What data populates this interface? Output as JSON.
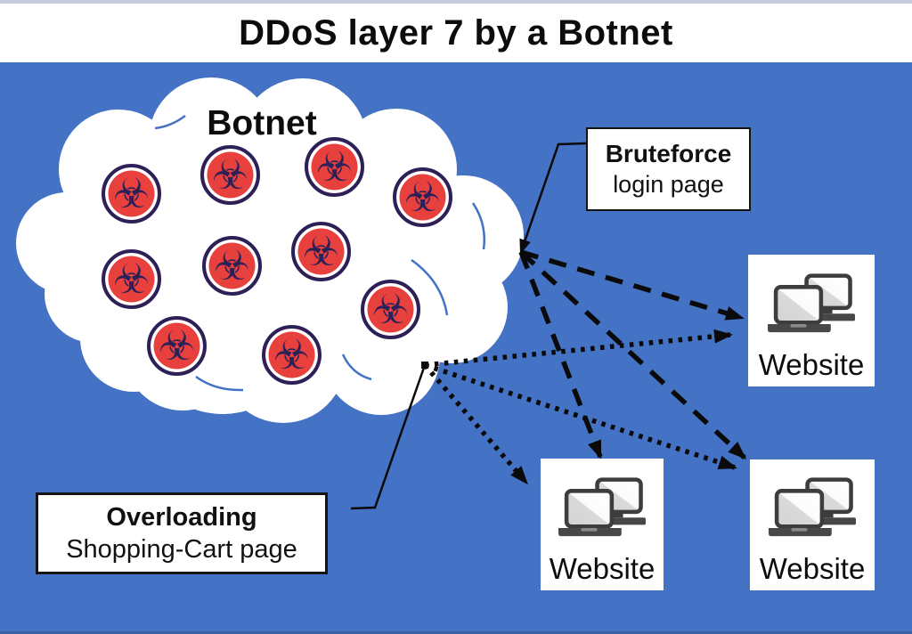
{
  "title": "DDoS layer 7 by a Botnet",
  "cloud": {
    "label": "Botnet",
    "bot_count": 10
  },
  "callouts": {
    "bruteforce": {
      "title": "Bruteforce",
      "subtitle": "login page"
    },
    "overloading": {
      "title": "Overloading",
      "subtitle": "Shopping-Cart page"
    }
  },
  "targets": [
    {
      "label": "Website"
    },
    {
      "label": "Website"
    },
    {
      "label": "Website"
    }
  ],
  "icons": {
    "bot_glyph": "☣",
    "bot_icon": "biohazard-icon",
    "target_icon": "dual-computers-icon"
  },
  "arrows": {
    "bruteforce_attack_style": "dashed",
    "overloading_attack_style": "dotted",
    "bruteforce_arrow_count": 3,
    "overloading_arrow_count": 3
  },
  "colors": {
    "background": "#4472c4",
    "cloud": "#ffffff",
    "bot_red": "#e8403c",
    "bot_navy": "#2b2158",
    "arrow_black": "#0a0a0a",
    "box_border": "#141414",
    "computer_gray": "#3d3d3d"
  }
}
